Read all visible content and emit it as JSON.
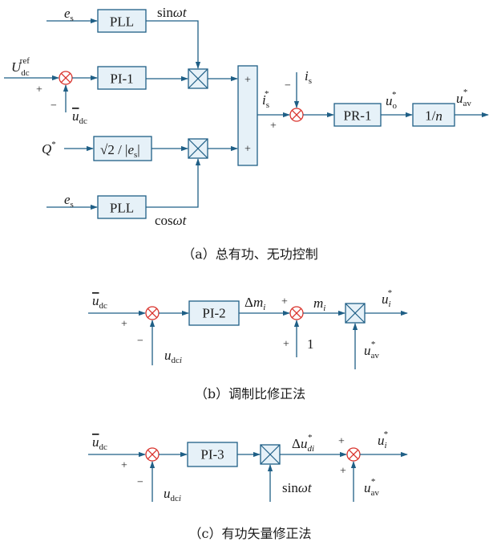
{
  "diagram_a": {
    "caption": "（a）总有功、无功控制",
    "blocks": {
      "pll_top": "PLL",
      "pi1": "PI-1",
      "sqrt_es": "√2 / |es|",
      "pll_bottom": "PLL",
      "pr1": "PR-1",
      "one_over_n": "1/n"
    },
    "signals": {
      "es": "es",
      "udc_ref": "Udc ref",
      "udc": "udc",
      "q_star": "Q*",
      "sin": "sin ωt",
      "cos": "cos ωt",
      "is_star": "is*",
      "is": "is",
      "uo_star": "uo*",
      "uav_star": "uav*"
    },
    "signs": {
      "sum1_plus": "+",
      "sum1_minus": "−",
      "add_top": "+",
      "add_bottom": "+",
      "sum2_minus": "−",
      "sum2_plus": "+"
    }
  },
  "diagram_b": {
    "caption": "（b）调制比修正法",
    "blocks": {
      "pi2": "PI-2"
    },
    "signals": {
      "udc": "udc",
      "udci": "udci",
      "dmi": "Δmi",
      "mi": "mi",
      "one": "1",
      "ui_star": "ui*",
      "uav_star": "uav*"
    },
    "signs": {
      "sum1_plus": "+",
      "sum1_minus": "−",
      "sum2_plus_left": "+",
      "sum2_plus_bottom": "+"
    }
  },
  "diagram_c": {
    "caption": "（c）有功矢量修正法",
    "blocks": {
      "pi3": "PI-3"
    },
    "signals": {
      "udc": "udc",
      "udci": "udci",
      "sin": "sin ωt",
      "dudi": "Δudi*",
      "ui_star": "ui*",
      "uav_star": "uav*"
    },
    "signs": {
      "sum1_plus": "+",
      "sum1_minus": "−",
      "sum2_plus_left": "+",
      "sum2_plus_bottom": "+"
    }
  }
}
